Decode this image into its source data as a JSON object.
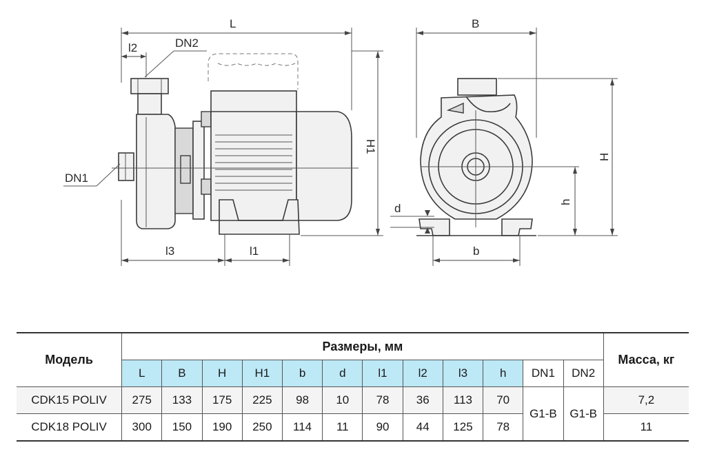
{
  "drawing": {
    "side_view_labels": {
      "L": "L",
      "l2": "l2",
      "DN2": "DN2",
      "DN1": "DN1",
      "H1": "H1",
      "l3": "l3",
      "l1": "l1"
    },
    "front_view_labels": {
      "B": "B",
      "H": "H",
      "h": "h",
      "d": "d",
      "b": "b"
    }
  },
  "table": {
    "model_header": "Модель",
    "dims_header": "Размеры, мм",
    "mass_header": "Масса, кг",
    "columns": [
      "L",
      "B",
      "H",
      "H1",
      "b",
      "d",
      "l1",
      "l2",
      "l3",
      "h",
      "DN1",
      "DN2"
    ],
    "rows": [
      {
        "model": "CDK15 POLIV",
        "dims": [
          "275",
          "133",
          "175",
          "225",
          "98",
          "10",
          "78",
          "36",
          "113",
          "70"
        ],
        "mass": "7,2"
      },
      {
        "model": "CDK18 POLIV",
        "dims": [
          "300",
          "150",
          "190",
          "250",
          "114",
          "11",
          "90",
          "44",
          "125",
          "78"
        ],
        "mass": "11"
      }
    ],
    "dn1": "G1-B",
    "dn2": "G1-B"
  },
  "colors": {
    "header_fill": "#bde8f6",
    "row_fill": "#f4f4f4",
    "line": "#3a3a3a"
  }
}
